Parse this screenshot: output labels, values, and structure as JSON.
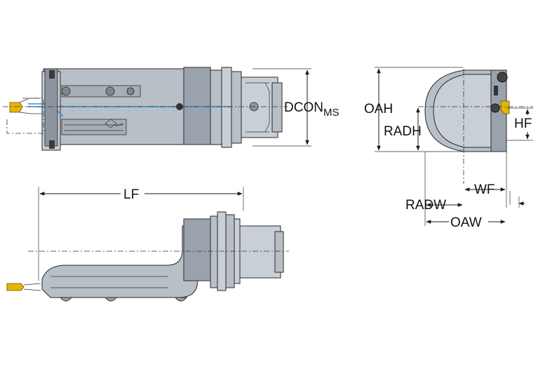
{
  "labels": {
    "dcon": "DCON",
    "dcon_sub": "MS",
    "oah": "OAH",
    "radh": "RADH",
    "hf": "HF",
    "wf": "WF",
    "radw": "RADW",
    "oaw": "OAW",
    "lf": "LF"
  },
  "colors": {
    "body": "#b8bfc7",
    "insert": "#e8b400",
    "coolant": "#2e8fd6",
    "line": "#1a1a1a"
  }
}
